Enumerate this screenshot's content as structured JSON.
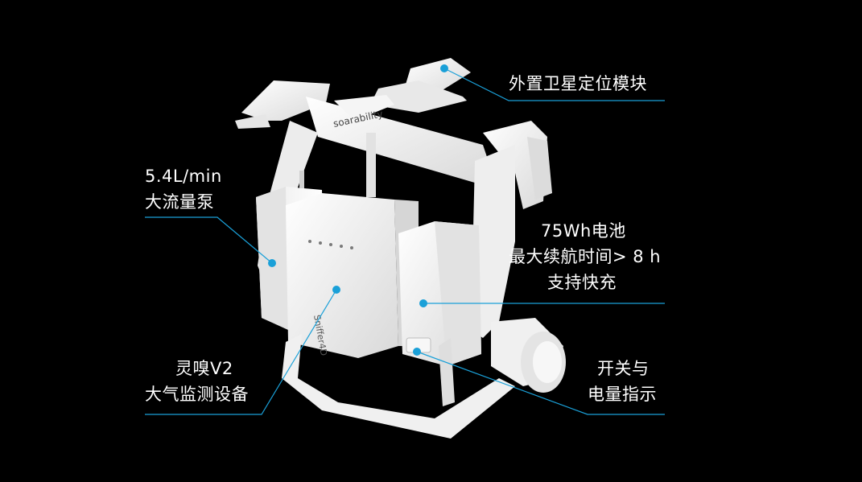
{
  "colors": {
    "background": "#000000",
    "leader_line": "#1aa0d8",
    "device_white": "#f2f2f2",
    "device_shadow": "#cfcfcf"
  },
  "callouts": {
    "gnss": {
      "lines": [
        "外置卫星定位模块"
      ]
    },
    "pump": {
      "lines": [
        "5.4L/min",
        "大流量泵"
      ]
    },
    "battery": {
      "lines": [
        "75Wh电池",
        "最大续航时间> 8 h",
        "支持快充"
      ]
    },
    "sensor": {
      "lines": [
        "灵嗅V2",
        "大气监测设备"
      ]
    },
    "switch": {
      "lines": [
        "开关与",
        "电量指示"
      ]
    }
  },
  "device": {
    "brand_text": "soarability",
    "unit_text": "Sniffer4D"
  }
}
